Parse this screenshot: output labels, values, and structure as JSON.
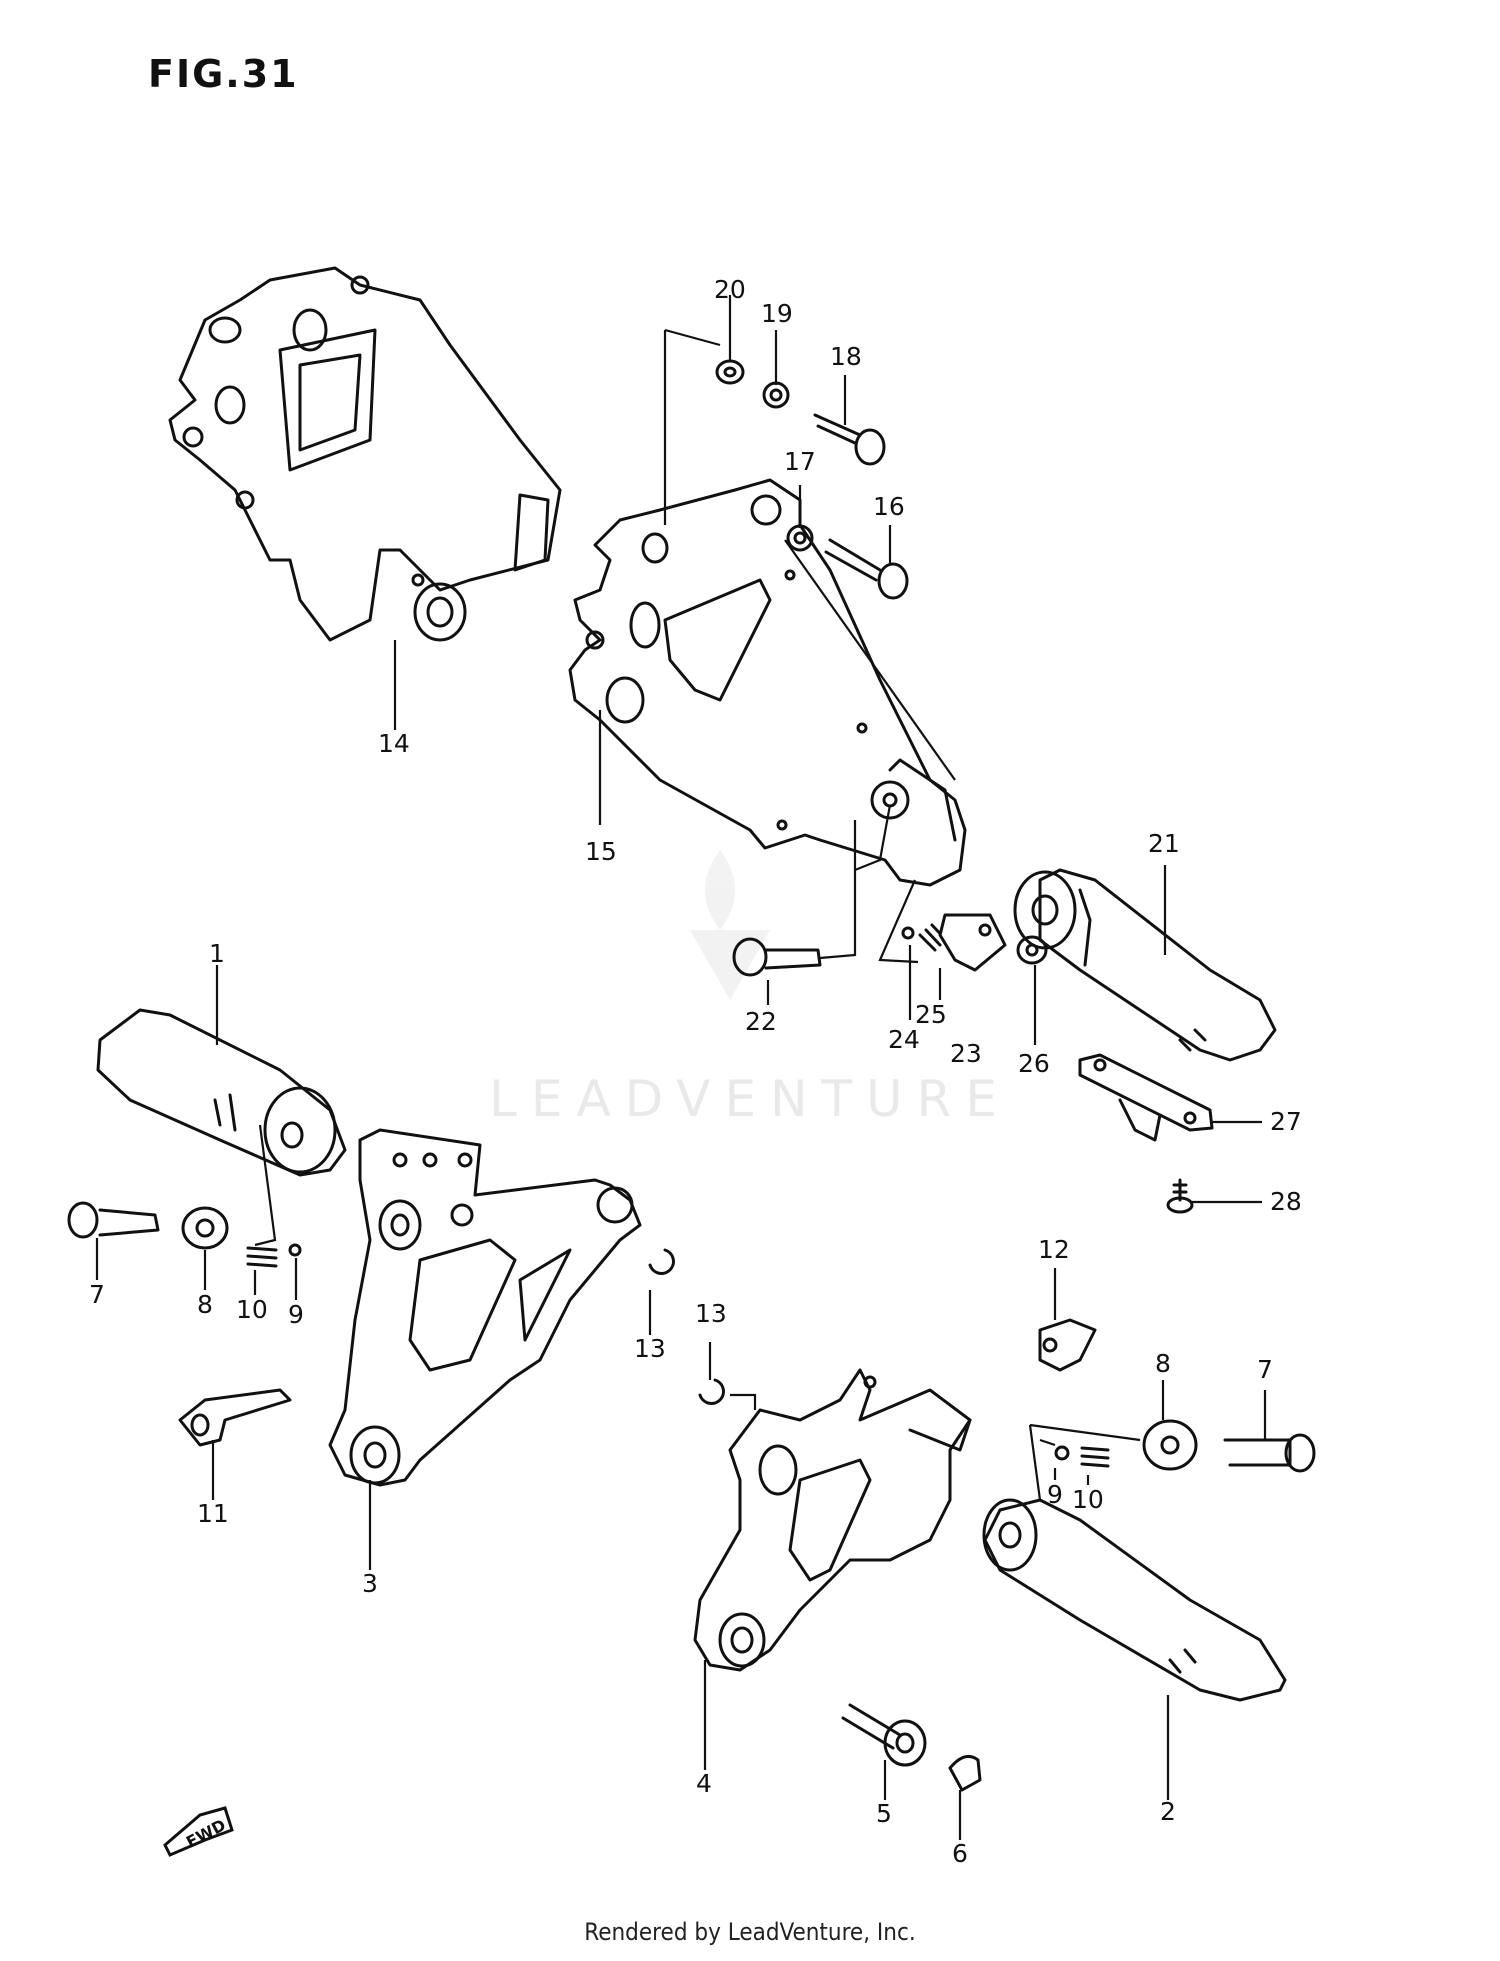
{
  "figure": {
    "title": "FIG.31"
  },
  "watermark": {
    "text": "LEADVENTURE"
  },
  "footer": {
    "text": "Rendered by LeadVenture, Inc."
  },
  "fwd_arrow": {
    "label": "FWD",
    "icon": "fwd-arrow-icon"
  },
  "callouts": {
    "c1": "1",
    "c2": "2",
    "c3": "3",
    "c4": "4",
    "c5": "5",
    "c6": "6",
    "c7a": "7",
    "c7b": "7",
    "c8a": "8",
    "c8b": "8",
    "c9a": "9",
    "c9b": "9",
    "c10a": "10",
    "c10b": "10",
    "c11": "11",
    "c12": "12",
    "c13a": "13",
    "c13b": "13",
    "c14": "14",
    "c15": "15",
    "c16": "16",
    "c17": "17",
    "c18": "18",
    "c19": "19",
    "c20": "20",
    "c21": "21",
    "c22": "22",
    "c23": "23",
    "c24": "24",
    "c25": "25",
    "c26": "26",
    "c27": "27",
    "c28": "28"
  }
}
